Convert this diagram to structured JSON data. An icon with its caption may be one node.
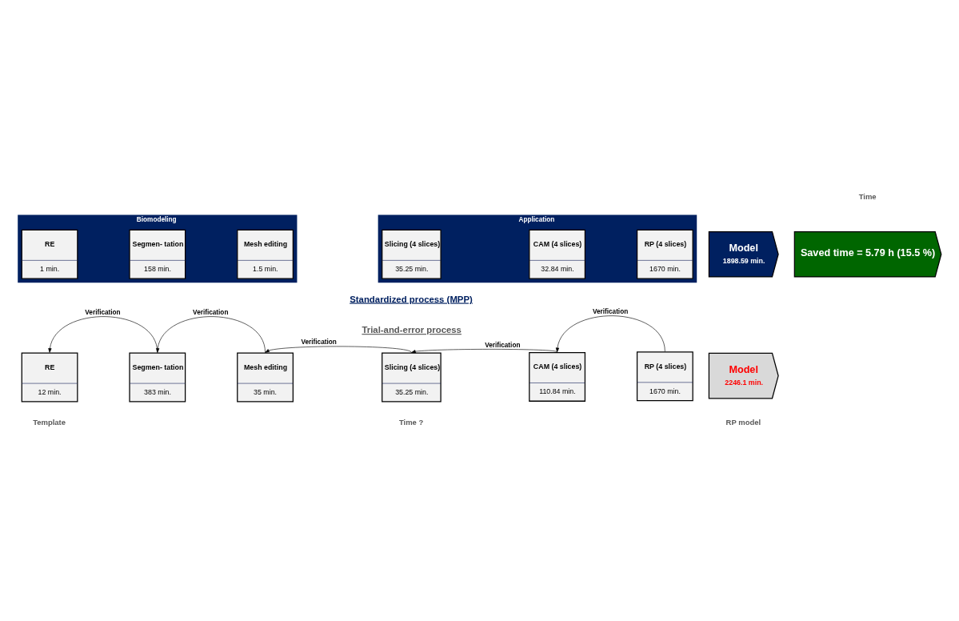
{
  "diagram": {
    "nodes": [
      {
        "text": [
          "RE",
          "12 min."
        ]
      },
      {
        "text": [
          "Segmen- tation",
          "383 min."
        ]
      },
      {
        "text": [
          "Mesh editing",
          "35 min."
        ]
      },
      {
        "text": [
          "Slicing (4 slices)",
          "35.25 min."
        ]
      },
      {
        "text": [
          "CAM (4 slices)",
          "110.84 min."
        ]
      },
      {
        "text": [
          "RP (4 slices)",
          "1670 min."
        ]
      },
      {
        "text": [
          "Model",
          "2246.1 min."
        ]
      },
      {
        "text": [
          "Biomodeling"
        ]
      },
      {
        "text": [
          "RE",
          "1 min."
        ],
        "in": 7
      },
      {
        "text": [
          "Segmen- tation",
          "158 min."
        ],
        "in": 7
      },
      {
        "text": [
          "Mesh editing",
          "1.5 min."
        ],
        "in": 7
      },
      {
        "text": [
          "Application"
        ]
      },
      {
        "text": [
          "Slicing (4 slices)",
          "35.25 min."
        ],
        "in": 11
      },
      {
        "text": [
          "CAM (4 slices)",
          "32.84 min."
        ],
        "in": 11
      },
      {
        "text": [
          "RP (4 slices)",
          "1670 min."
        ],
        "in": 11
      },
      {
        "text": [
          "Model",
          "1898.59 min."
        ]
      },
      {
        "text": [
          "Saved time = 5.79 h (15.5 %)"
        ]
      }
    ],
    "edges": [
      {
        "from": 1,
        "to": 0,
        "arrow": "to",
        "label": "Verification"
      },
      {
        "from": 2,
        "to": 1,
        "arrow": "to",
        "label": "Verification"
      },
      {
        "from": 3,
        "to": 2,
        "arrow": "to",
        "label": "Verification"
      },
      {
        "from": 4,
        "to": 3,
        "arrow": "to",
        "label": "Verification"
      },
      {
        "from": 5,
        "to": 4,
        "arrow": "to",
        "label": "Verification"
      }
    ],
    "labels": [
      "Template",
      "Time ?",
      "RP model",
      "Trial-and-error process",
      "Standardized process (MPP)",
      "Time"
    ]
  }
}
